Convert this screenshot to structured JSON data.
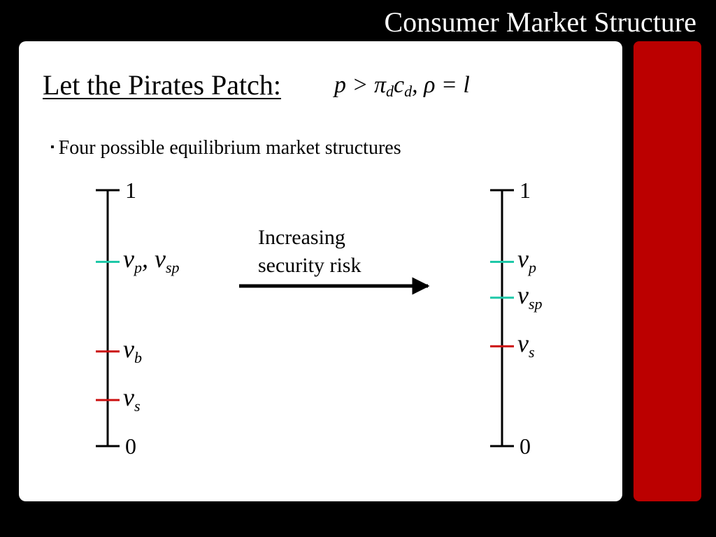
{
  "slide": {
    "title": "Consumer Market Structure",
    "heading": "Let the Pirates Patch:",
    "formula": {
      "text_a": "p > π",
      "sub_a": "d",
      "text_b": "c",
      "sub_b": "d",
      "text_c": ", ρ = l"
    },
    "bullet_mark": "▪",
    "bullet": "Four possible equilibrium market structures",
    "arrow_caption_line1": "Increasing",
    "arrow_caption_line2": "security risk"
  },
  "colors": {
    "background": "#000000",
    "panel": "#ffffff",
    "accent_bar": "#bb0000",
    "teal_tick": "#1fc8a8",
    "red_tick": "#cc1111",
    "axis": "#000000"
  },
  "left_axis": {
    "top_label": "1",
    "bottom_label": "0",
    "ticks": [
      {
        "value": 0.72,
        "label": "v",
        "sub": "p",
        "label2": ", v",
        "sub2": "sp",
        "color": "teal"
      },
      {
        "value": 0.37,
        "label": "v",
        "sub": "b",
        "color": "red"
      },
      {
        "value": 0.18,
        "label": "v",
        "sub": "s",
        "color": "red"
      }
    ]
  },
  "right_axis": {
    "top_label": "1",
    "bottom_label": "0",
    "ticks": [
      {
        "value": 0.72,
        "label": "v",
        "sub": "p",
        "color": "teal"
      },
      {
        "value": 0.58,
        "label": "v",
        "sub": "sp",
        "color": "teal"
      },
      {
        "value": 0.39,
        "label": "v",
        "sub": "s",
        "color": "red"
      }
    ]
  }
}
